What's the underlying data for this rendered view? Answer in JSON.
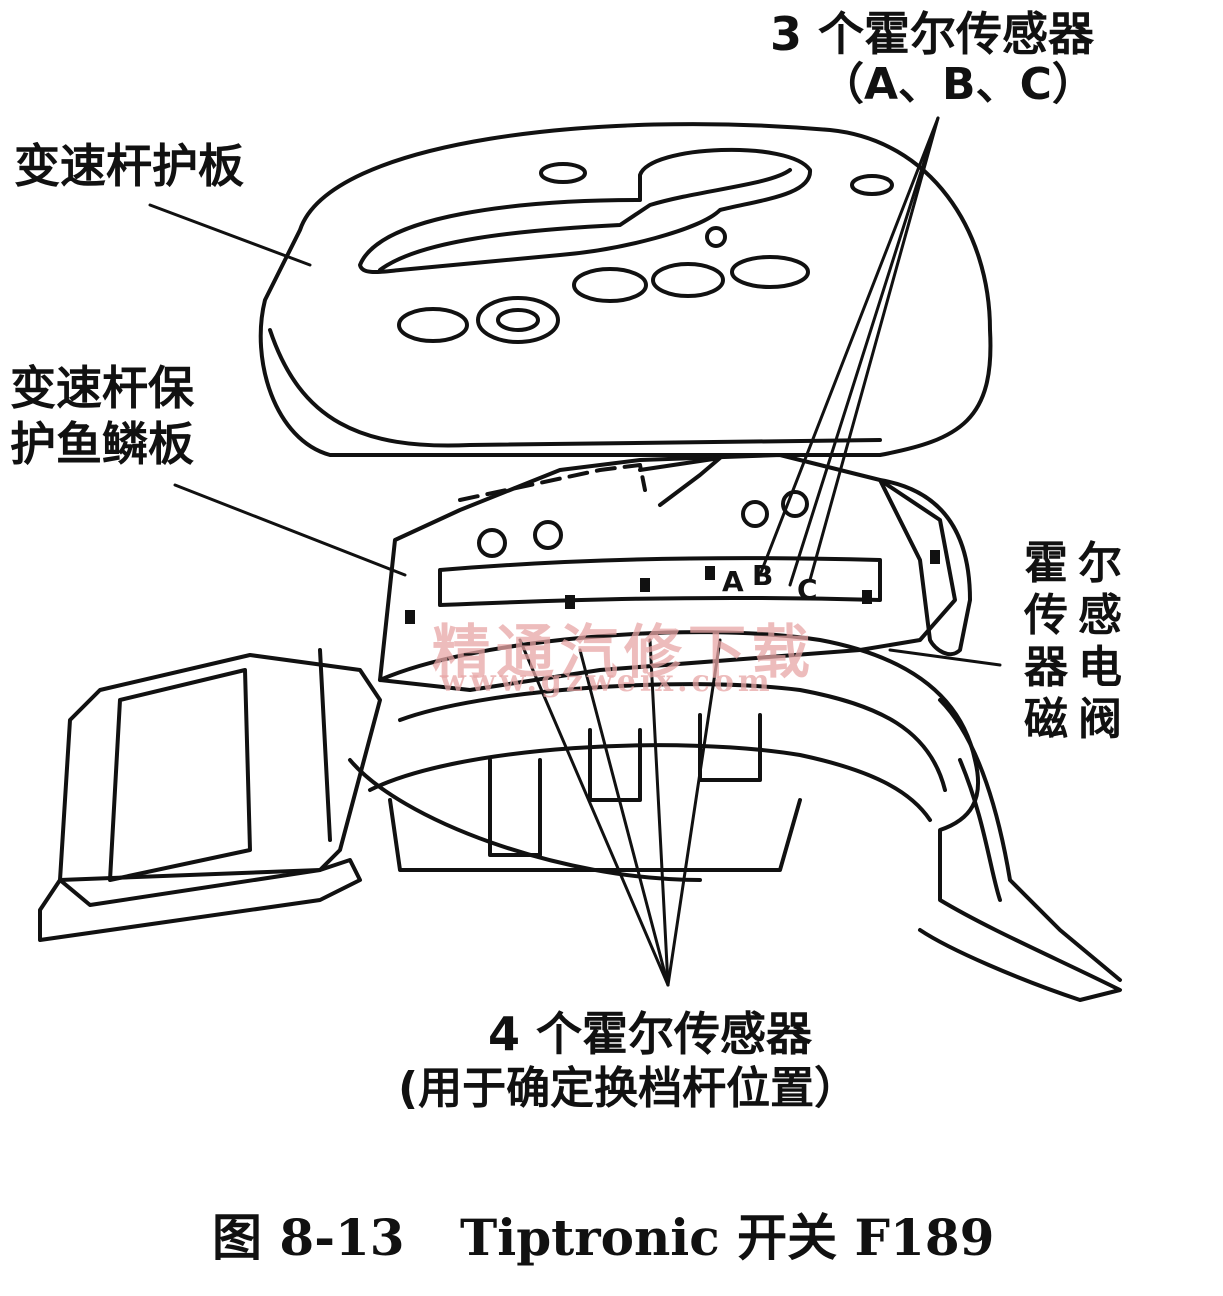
{
  "labels": {
    "hall3_title": "3 个霍尔传感器",
    "hall3_sub": "（A、B、C）",
    "cover_plate": "变速杆护板",
    "guard_line1": "变速杆保",
    "guard_line2": "护鱼鳞板",
    "hall_solenoid_col1": "霍传器磁",
    "hall_solenoid_col2": "尔感电阀",
    "hall4_title": "4 个霍尔传感器",
    "hall4_sub": "(用于确定换档杆位置）",
    "sensor_a": "A",
    "sensor_b": "B",
    "sensor_c": "C"
  },
  "watermark": {
    "cn": "精通汽修下载",
    "url": "www.gzweix.com",
    "color": "#e8a6a6"
  },
  "caption": {
    "fig_label": "图 8-13",
    "title": "Tiptronic 开关 F189"
  }
}
